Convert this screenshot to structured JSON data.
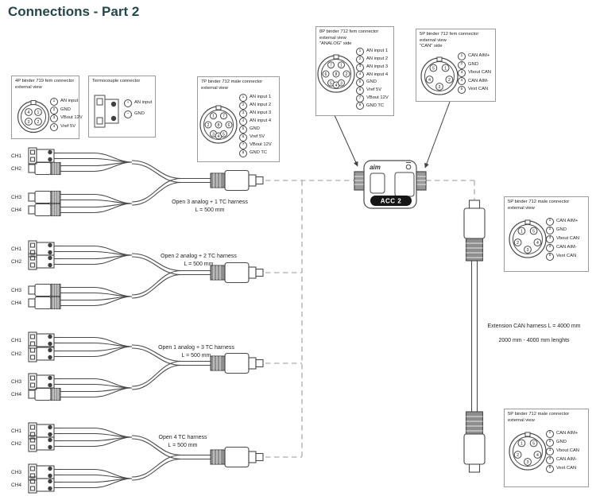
{
  "page": {
    "title": "Connections - Part 2"
  },
  "device": {
    "logo": "aim",
    "label": "ACC 2"
  },
  "boxes": {
    "binder4p": {
      "title1": "4P binder 719 fem connector",
      "title2": "external view",
      "pins": [
        {
          "n": "1",
          "label": "AN input"
        },
        {
          "n": "2",
          "label": "GND"
        },
        {
          "n": "3",
          "label": "VBout 12V"
        },
        {
          "n": "4",
          "label": "Vref 5V"
        }
      ]
    },
    "thermocouple": {
      "title1": "Termocouple connector",
      "pins": [
        {
          "n": "+",
          "label": "AN input"
        },
        {
          "n": "−",
          "label": "GND"
        }
      ]
    },
    "binder7p": {
      "title1": "7P binder 712 male connector",
      "title2": "external view",
      "pins": [
        {
          "n": "1",
          "label": "AN input 1"
        },
        {
          "n": "2",
          "label": "AN input 2"
        },
        {
          "n": "3",
          "label": "AN input 3"
        },
        {
          "n": "4",
          "label": "AN input 4"
        },
        {
          "n": "5",
          "label": "GND"
        },
        {
          "n": "6",
          "label": "Vref 5V"
        },
        {
          "n": "7",
          "label": "VBout 12V"
        },
        {
          "n": "8",
          "label": "GND TC"
        }
      ]
    },
    "binder8p": {
      "title1": "8P binder 712 fem connector",
      "title2": "external view",
      "title3": "\"ANALOG\" side",
      "pins": [
        {
          "n": "1",
          "label": "AN input 1"
        },
        {
          "n": "2",
          "label": "AN input 2"
        },
        {
          "n": "3",
          "label": "AN input 3"
        },
        {
          "n": "4",
          "label": "AN input 4"
        },
        {
          "n": "5",
          "label": "GND"
        },
        {
          "n": "6",
          "label": "Vref 5V"
        },
        {
          "n": "7",
          "label": "VBout 12V"
        },
        {
          "n": "8",
          "label": "GND TC"
        }
      ]
    },
    "binder5pFem": {
      "title1": "5P binder 712 fem connector",
      "title2": "external view",
      "title3": "\"CAN\" side",
      "pins": [
        {
          "n": "1",
          "label": "CAN AIM+"
        },
        {
          "n": "2",
          "label": "GND"
        },
        {
          "n": "3",
          "label": "Vbout CAN"
        },
        {
          "n": "4",
          "label": "CAN AIM-"
        },
        {
          "n": "5",
          "label": "Vext CAN"
        }
      ]
    },
    "binder5pMaleTop": {
      "title1": "5P binder 712 male connector",
      "title2": "external view",
      "pins": [
        {
          "n": "1",
          "label": "CAN AIM+"
        },
        {
          "n": "2",
          "label": "GND"
        },
        {
          "n": "3",
          "label": "Vbout CAN"
        },
        {
          "n": "4",
          "label": "CAN AIM-"
        },
        {
          "n": "5",
          "label": "Vext CAN"
        }
      ]
    },
    "binder5pMaleBottom": {
      "title1": "5P binder 712 male connector",
      "title2": "external view",
      "pins": [
        {
          "n": "1",
          "label": "CAN AIM+"
        },
        {
          "n": "2",
          "label": "GND"
        },
        {
          "n": "3",
          "label": "Vbout CAN"
        },
        {
          "n": "4",
          "label": "CAN AIM-"
        },
        {
          "n": "5",
          "label": "Vext CAN"
        }
      ]
    }
  },
  "harnesses": [
    {
      "channels": [
        "CH1",
        "CH2",
        "CH3",
        "CH4"
      ],
      "label": "Open 3 analog + 1 TC harness",
      "length": "L = 500 mm"
    },
    {
      "channels": [
        "CH1",
        "CH2",
        "CH3",
        "CH4"
      ],
      "label": "Open 2 analog + 2 TC harness",
      "length": "L = 500 mm"
    },
    {
      "channels": [
        "CH1",
        "CH2",
        "CH3",
        "CH4"
      ],
      "label": "Open 1 analog + 3 TC harness",
      "length": "L = 500 mm"
    },
    {
      "channels": [
        "CH1",
        "CH2",
        "CH3",
        "CH4"
      ],
      "label": "Open 4 TC harness",
      "length": "L = 500 mm"
    }
  ],
  "extension": {
    "line1": "Extension CAN harness L = 4000 mm",
    "line2": "2000 mm - 4000 mm lenghts"
  },
  "colors": {
    "title_text": "#25474a",
    "line_art": "#4a4a4a",
    "dashed_line": "#9a9a9a",
    "device_badge_bg": "#151515"
  }
}
